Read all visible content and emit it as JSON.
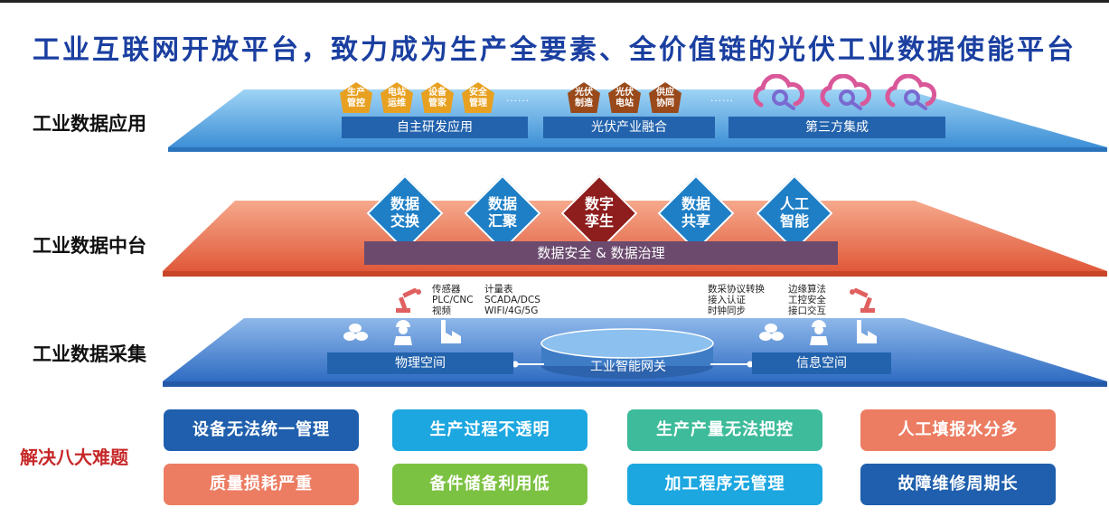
{
  "title": "工业互联网开放平台，致力成为生产全要素、全价值链的光伏工业数据使能平台",
  "layers": {
    "application": {
      "label": "工业数据应用",
      "groups": [
        {
          "bar": "自主研发应用",
          "items": [
            "生产\n管控",
            "电站\n运维",
            "设备\n管家",
            "安全\n管理"
          ]
        },
        {
          "bar": "光伏产业融合",
          "items": [
            "光伏\n制造",
            "光伏\n电站",
            "供应\n协同"
          ]
        },
        {
          "bar": "第三方集成"
        }
      ],
      "ellipsis": "......"
    },
    "middle": {
      "label": "工业数据中台",
      "diamonds": [
        "数据\n交换",
        "数据\n汇聚",
        "数字\n孪生",
        "数据\n共享",
        "人工\n智能"
      ],
      "bar": "数据安全 & 数据治理"
    },
    "collection": {
      "label": "工业数据采集",
      "left_col1": "传感器\nPLC/CNC\n视频",
      "left_col2": "计量表\nSCADA/DCS\nWIFI/4G/5G",
      "right_col1": "数采协议转换\n接入认证\n时钟同步",
      "right_col2": "边缘算法\n工控安全\n接口交互",
      "physical": "物理空间",
      "gateway": "工业智能网关",
      "info": "信息空间"
    }
  },
  "problems": {
    "label": "解决八大难题",
    "items": [
      {
        "text": "设备无法统一管理",
        "color": "#1f5fad"
      },
      {
        "text": "生产过程不透明",
        "color": "#1da7e0"
      },
      {
        "text": "生产产量无法把控",
        "color": "#3dbb9a"
      },
      {
        "text": "人工填报水分多",
        "color": "#ec7d63"
      },
      {
        "text": "质量损耗严重",
        "color": "#ec7d63"
      },
      {
        "text": "备件储备利用低",
        "color": "#7cc242"
      },
      {
        "text": "加工程序无管理",
        "color": "#1da7e0"
      },
      {
        "text": "故障维修周期长",
        "color": "#1f5fad"
      }
    ]
  },
  "colors": {
    "pentagon": "#e8a020",
    "pentagon_brown": "#9a4a1a",
    "diamond_blue": "#1f7fc6",
    "diamond_red": "#8e1d1d",
    "bar_blue": "#2363ad",
    "bar_purple": "#6b4a6e"
  }
}
